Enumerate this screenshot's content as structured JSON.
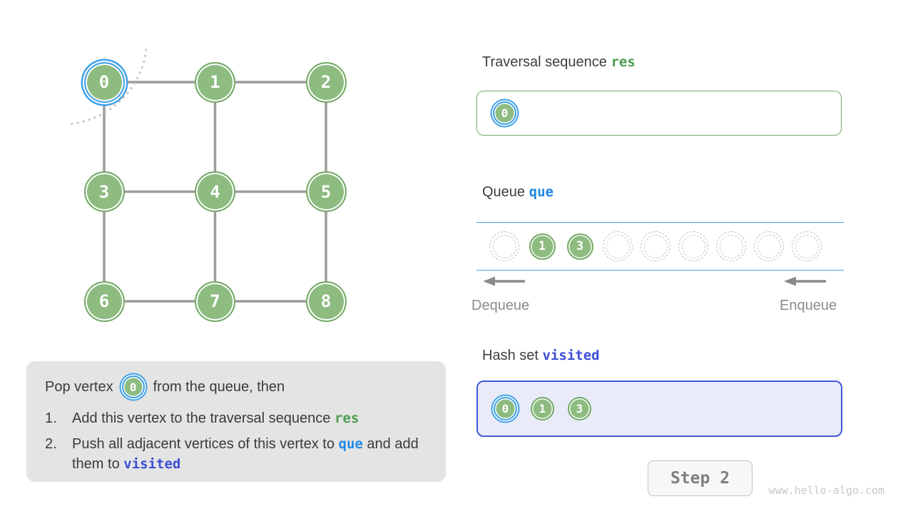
{
  "colors": {
    "vertex_fill": "#8dbb80",
    "vertex_border": "#74aa66",
    "highlight_blue": "#41a1e8",
    "code_green": "#4a9e50",
    "code_blue": "#1e88e5",
    "code_indigo": "#3c4ed5",
    "edge_gray": "#9c9c9c",
    "queue_line_blue": "#4f9fe3",
    "visited_border": "#4557d8",
    "visited_bg": "#e9ecf8",
    "instruction_bg": "#e4e4e4"
  },
  "graph": {
    "vertices": [
      {
        "label": "0",
        "col": 0,
        "row": 0,
        "highlighted": true
      },
      {
        "label": "1",
        "col": 1,
        "row": 0,
        "highlighted": false
      },
      {
        "label": "2",
        "col": 2,
        "row": 0,
        "highlighted": false
      },
      {
        "label": "3",
        "col": 0,
        "row": 1,
        "highlighted": false
      },
      {
        "label": "4",
        "col": 1,
        "row": 1,
        "highlighted": false
      },
      {
        "label": "5",
        "col": 2,
        "row": 1,
        "highlighted": false
      },
      {
        "label": "6",
        "col": 0,
        "row": 2,
        "highlighted": false
      },
      {
        "label": "7",
        "col": 1,
        "row": 2,
        "highlighted": false
      },
      {
        "label": "8",
        "col": 2,
        "row": 2,
        "highlighted": false
      }
    ],
    "edges": [
      [
        0,
        1
      ],
      [
        1,
        2
      ],
      [
        0,
        3
      ],
      [
        1,
        4
      ],
      [
        2,
        5
      ],
      [
        3,
        4
      ],
      [
        4,
        5
      ],
      [
        3,
        6
      ],
      [
        4,
        7
      ],
      [
        5,
        8
      ],
      [
        6,
        7
      ],
      [
        7,
        8
      ]
    ]
  },
  "instruction": {
    "intro": [
      {
        "text": "Pop vertex"
      },
      {
        "badge": "0"
      },
      {
        "text": "from the queue, then"
      }
    ],
    "items": [
      {
        "number": "1.",
        "parts": [
          {
            "text": "Add this vertex to the traversal sequence "
          },
          {
            "text": "res",
            "code": "green"
          }
        ]
      },
      {
        "number": "2.",
        "parts": [
          {
            "text": "Push all adjacent vertices of this vertex to "
          },
          {
            "text": "que",
            "code": "blue"
          },
          {
            "text": " and add them to "
          },
          {
            "text": "visited",
            "code": "indigo"
          }
        ]
      }
    ]
  },
  "panels": {
    "res": {
      "title": "Traversal sequence",
      "code": "res",
      "items": [
        {
          "label": "0",
          "highlighted": true
        }
      ]
    },
    "queue": {
      "title": "Queue",
      "code": "que",
      "slot_count": 9,
      "items": [
        {
          "slot": 1,
          "label": "1"
        },
        {
          "slot": 2,
          "label": "3"
        }
      ],
      "dequeue_label": "Dequeue",
      "enqueue_label": "Enqueue"
    },
    "visited": {
      "title": "Hash set",
      "code": "visited",
      "items": [
        {
          "label": "0",
          "highlighted": true
        },
        {
          "label": "1",
          "highlighted": false
        },
        {
          "label": "3",
          "highlighted": false
        }
      ]
    }
  },
  "footer": {
    "step_label": "Step 2",
    "watermark": "www.hello-algo.com"
  }
}
